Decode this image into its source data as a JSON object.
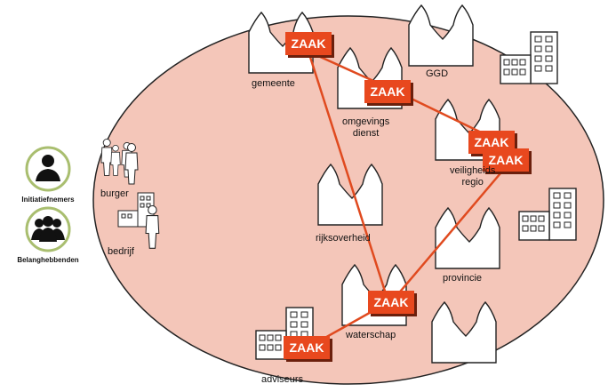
{
  "labels": {
    "gemeente": "gemeente",
    "omgevingsdienst": "omgevings\ndienst",
    "ggd": "GGD",
    "veiligheidsregio": "veiligheids\nregio",
    "rijksoverheid": "rijksoverheid",
    "provincie": "provincie",
    "waterschap": "waterschap",
    "adviseurs": "adviseurs",
    "burger": "burger",
    "bedrijf": "bedrijf"
  },
  "zaak_label": "ZAAK",
  "legend": {
    "initiatiefnemers": "Initiatiefnemers",
    "belanghebbenden": "Belanghebbenden"
  },
  "colors": {
    "ellipse_fill": "#f4c6b9",
    "zaak_fill": "#e8481e",
    "connector": "#e04a1f",
    "icon_circle_border": "#a9be6f"
  }
}
